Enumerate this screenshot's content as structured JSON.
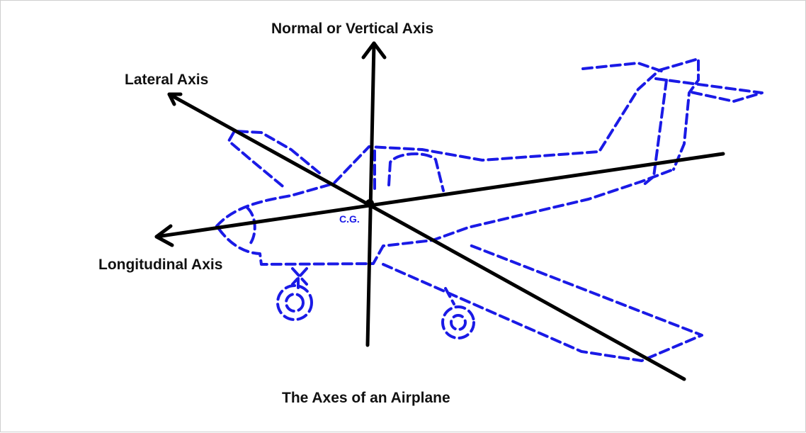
{
  "diagram": {
    "caption": "The Axes of an Airplane",
    "axes": {
      "normal": "Normal or Vertical Axis",
      "lateral": "Lateral Axis",
      "longitudinal": "Longitudinal Axis"
    },
    "center_of_gravity": "C.G."
  },
  "colors": {
    "airplane": "#1a1ae6",
    "axes": "#000000",
    "text": "#111111"
  }
}
